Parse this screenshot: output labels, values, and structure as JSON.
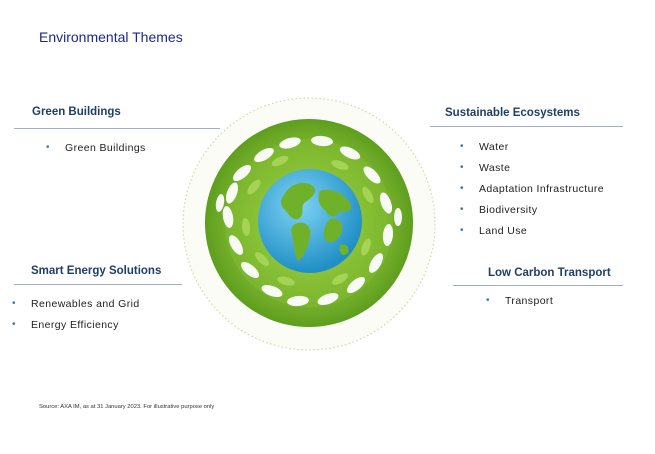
{
  "page": {
    "title": "Environmental Themes",
    "source_note": "Source: AXA IM, as at 31 January 2023. For illustrative purpose only"
  },
  "themes": {
    "green_buildings": {
      "heading": "Green Buildings",
      "items": [
        "Green Buildings"
      ]
    },
    "sustainable_ecosystems": {
      "heading": "Sustainable Ecosystems",
      "items": [
        "Water",
        "Waste",
        "Adaptation Infrastructure",
        "Biodiversity",
        "Land Use"
      ]
    },
    "smart_energy": {
      "heading": "Smart Energy Solutions",
      "items": [
        "Renewables and Grid",
        "Energy Efficiency"
      ]
    },
    "low_carbon_transport": {
      "heading": "Low Carbon Transport",
      "items": [
        "Transport"
      ]
    }
  },
  "colors": {
    "title": "#1b2a8a",
    "heading": "#1f3f66",
    "bullet": "#2e7bb5",
    "leaf_green": "#7cb82f",
    "ocean": "#3aa7d8"
  },
  "illustration": {
    "icon": "earth-with-leaves-icon"
  }
}
